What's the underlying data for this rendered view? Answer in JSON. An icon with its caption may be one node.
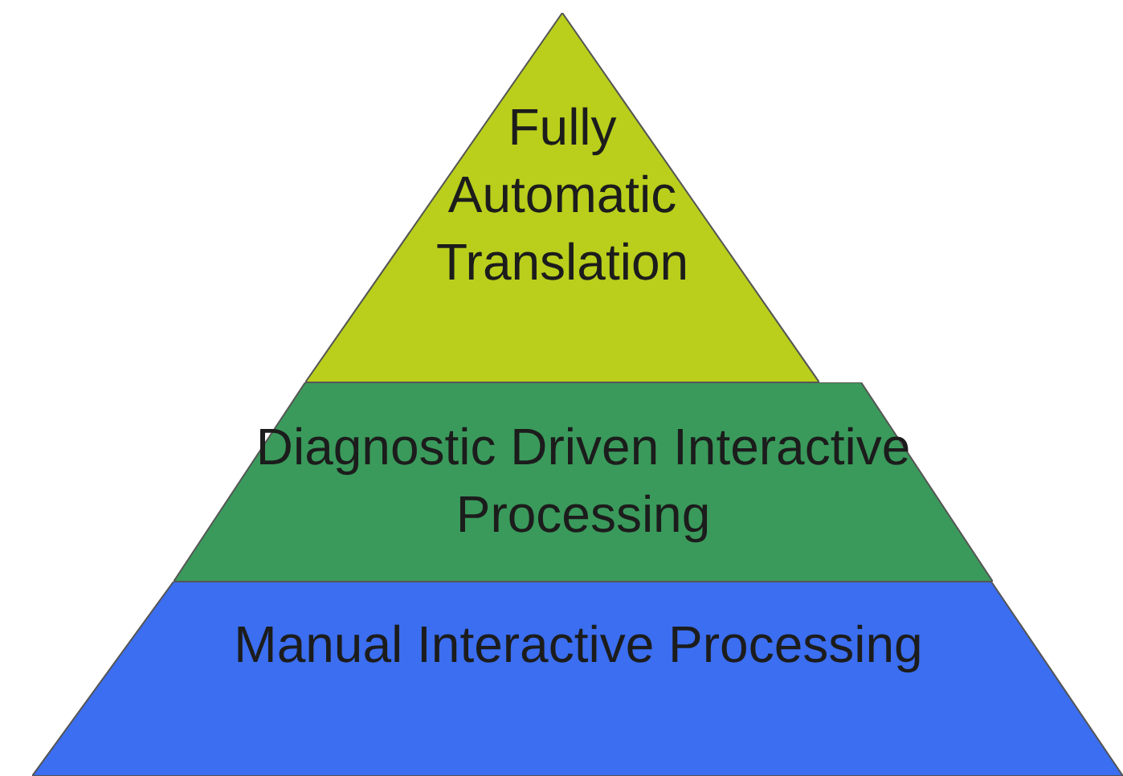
{
  "diagram": {
    "nodes": [
      {
        "text": [
          "Fully Automatic Translation"
        ]
      },
      {
        "text": [
          "Diagnostic Driven Interactive Processing"
        ]
      },
      {
        "text": [
          "Manual Interactive Processing"
        ]
      }
    ]
  }
}
